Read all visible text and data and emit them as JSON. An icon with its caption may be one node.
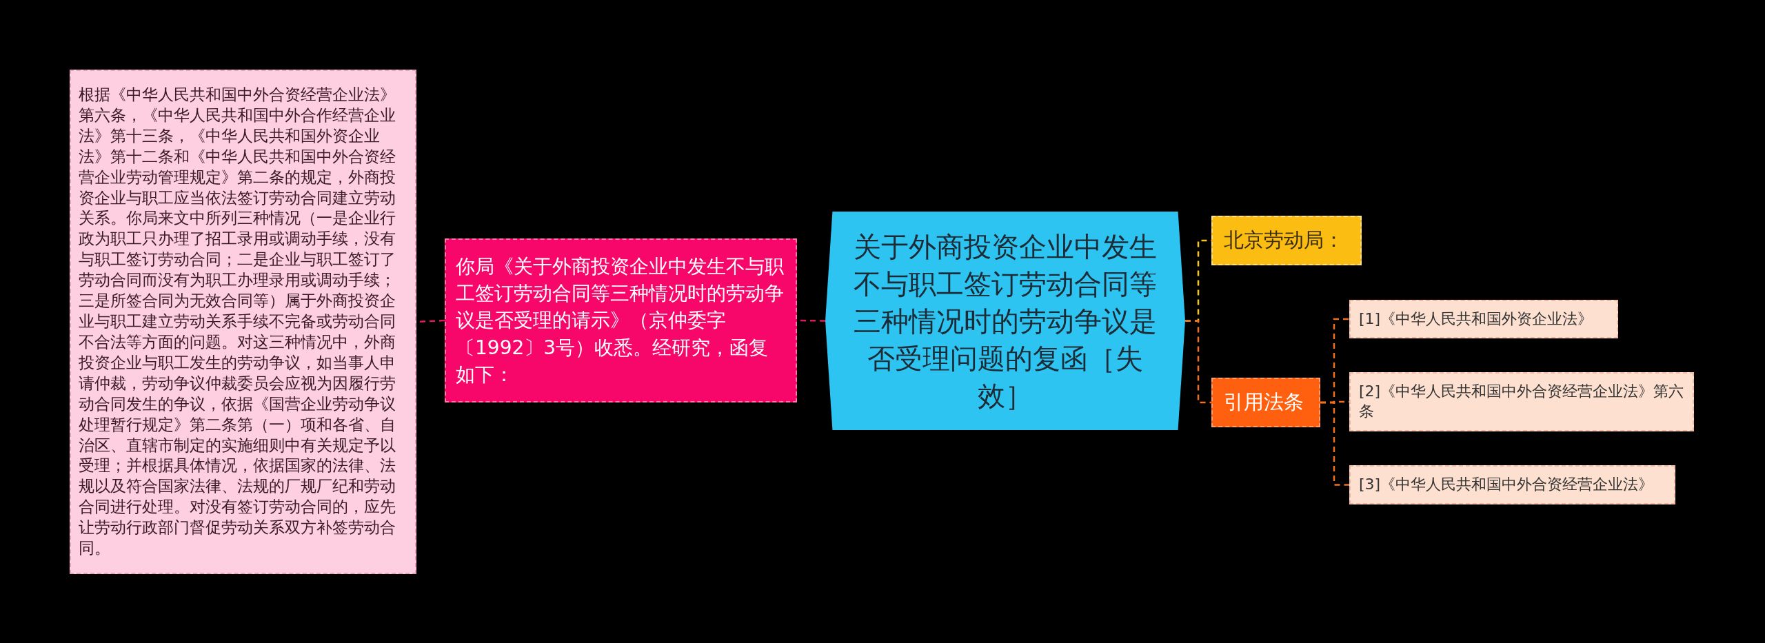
{
  "diagram": {
    "nodes": [
      {
        "text": [
          "关于外商投资企业中发生不与职工签订劳动合同等三种情况时的劳动争议是否受理问题的复函［失效］"
        ]
      },
      {
        "text": [
          "你局《关于外商投资企业中发生不与职工签订劳动合同等三种情况时的劳动争议是否受理的请示》（京仲委字〔1992〕3号）收悉。经研究，函复如下："
        ]
      },
      {
        "text": [
          "根据《中华人民共和国中外合资经营企业法》第六条，《中华人民共和国中外合作经营企业法》第十三条，《中华人民共和国外资企业法》第十二条和《中华人民共和国中外合资经营企业劳动管理规定》第二条的规定，外商投资企业与职工应当依法签订劳动合同建立劳动关系。你局来文中所列三种情况（一是企业行政为职工只办理了招工录用或调动手续，没有与职工签订劳动合同；二是企业与职工签订了劳动合同而没有为职工办理录用或调动手续；三是所签合同为无效合同等）属于外商投资企业与职工建立劳动关系手续不完备或劳动合同不合法等方面的问题。对这三种情况中，外商投资企业与职工发生的劳动争议，如当事人申请仲裁，劳动争议仲裁委员会应视为因履行劳动合同发生的争议，依据《国营企业劳动争议处理暂行规定》第二条第（一）项和各省、自治区、直辖市制定的实施细则中有关规定予以受理；并根据具体情况，依据国家的法律、法规以及符合国家法律、法规的厂规厂纪和劳动合同进行处理。对没有签订劳动合同的，应先让劳动行政部门督促劳动关系双方补签劳动合同。"
        ]
      },
      {
        "text": [
          "北京劳动局："
        ]
      },
      {
        "text": [
          "引用法条"
        ]
      },
      {
        "text": [
          "[1]《中华人民共和国外资企业法》"
        ]
      },
      {
        "text": [
          "[2]《中华人民共和国中外合资经营企业法》第六条"
        ]
      },
      {
        "text": [
          "[3]《中华人民共和国中外合资经营企业法》"
        ]
      }
    ],
    "edges": [
      {
        "from": 0,
        "to": 1,
        "arrow": "none",
        "color": "#e0185f"
      },
      {
        "from": 1,
        "to": 2,
        "arrow": "none",
        "color": "#e0185f"
      },
      {
        "from": 0,
        "to": 3,
        "arrow": "none",
        "color": "#f5c518"
      },
      {
        "from": 0,
        "to": 4,
        "arrow": "none"
      },
      {
        "from": 4,
        "to": 5,
        "arrow": "none"
      },
      {
        "from": 4,
        "to": 6,
        "arrow": "none"
      },
      {
        "from": 4,
        "to": 7,
        "arrow": "none"
      }
    ]
  }
}
